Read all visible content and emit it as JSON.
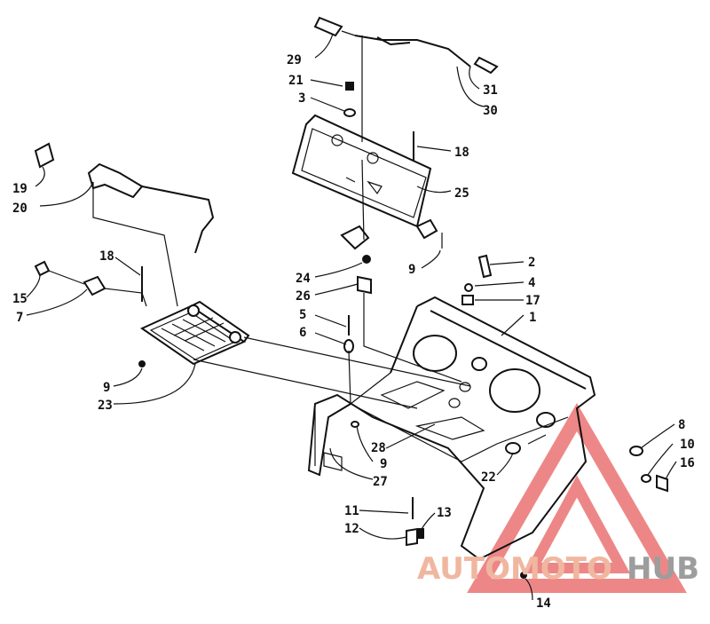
{
  "callouts": {
    "c1": "1",
    "c2": "2",
    "c3": "3",
    "c4": "4",
    "c5": "5",
    "c6": "6",
    "c7": "7",
    "c8": "8",
    "c9a": "9",
    "c9b": "9",
    "c9c": "9",
    "c10": "10",
    "c11": "11",
    "c12": "12",
    "c13": "13",
    "c14": "14",
    "c15": "15",
    "c16": "16",
    "c17": "17",
    "c18a": "18",
    "c18b": "18",
    "c19": "19",
    "c20": "20",
    "c21": "21",
    "c22": "22",
    "c23": "23",
    "c24": "24",
    "c25": "25",
    "c26": "26",
    "c27": "27",
    "c28": "28",
    "c29": "29",
    "c30": "30",
    "c31": "31"
  },
  "watermark": {
    "part1": "AUTOMOTO",
    "part2": "HUB",
    "color1": "#f0b7a0",
    "color2": "#9d9d9d",
    "triangle_color": "#e86060"
  },
  "colors": {
    "line": "#111111",
    "background": "#ffffff"
  }
}
